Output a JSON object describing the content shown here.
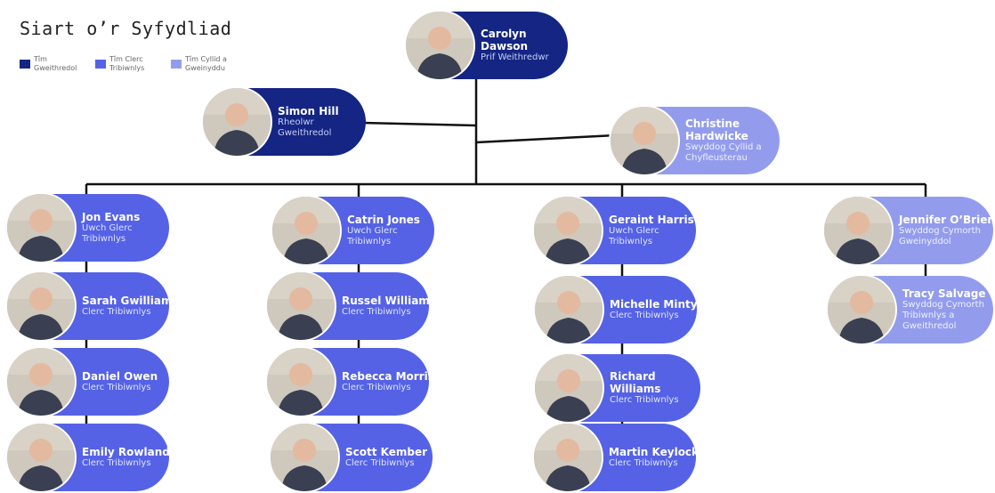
{
  "title": "Siart o’r Syfydliad",
  "legend": [
    {
      "label": "Tîm Gweithredol",
      "color": "#142583"
    },
    {
      "label": "Tîm Clerc Tribiwnlys",
      "color": "#5562e5"
    },
    {
      "label": "Tîm Cyllid a Gweinyddu",
      "color": "#939cec"
    }
  ],
  "people": {
    "carolyn": {
      "name": "Carolyn Dawson",
      "role": "Prif Weithredwr",
      "team": "exec"
    },
    "simon": {
      "name": "Simon Hill",
      "role": "Rheolwr Gweithredol",
      "team": "exec"
    },
    "christine": {
      "name": "Christine Hardwicke",
      "role": "Swyddog Cyllid a Chyfleusterau",
      "team": "finance"
    },
    "jon": {
      "name": "Jon Evans",
      "role": "Uwch Glerc Tribiwnlys",
      "team": "clerk"
    },
    "sarah": {
      "name": "Sarah Gwilliam",
      "role": "Clerc Tribiwnlys",
      "team": "clerk"
    },
    "daniel": {
      "name": "Daniel Owen",
      "role": "Clerc Tribiwnlys",
      "team": "clerk"
    },
    "emily": {
      "name": "Emily Rowlands",
      "role": "Clerc Tribiwnlys",
      "team": "clerk"
    },
    "catrin": {
      "name": "Catrin Jones",
      "role": "Uwch Glerc Tribiwnlys",
      "team": "clerk"
    },
    "russel": {
      "name": "Russel Williams",
      "role": "Clerc Tribiwnlys",
      "team": "clerk"
    },
    "rebecca": {
      "name": "Rebecca Morris",
      "role": "Clerc Tribiwnlys",
      "team": "clerk"
    },
    "scott": {
      "name": "Scott Kember",
      "role": "Clerc Tribiwnlys",
      "team": "clerk"
    },
    "geraint": {
      "name": "Geraint Harris",
      "role": "Uwch Glerc Tribiwnlys",
      "team": "clerk"
    },
    "michelle": {
      "name": "Michelle Minty",
      "role": "Clerc Tribiwnlys",
      "team": "clerk"
    },
    "richard": {
      "name": "Richard Williams",
      "role": "Clerc Tribiwnlys",
      "team": "clerk"
    },
    "martin": {
      "name": "Martin Keylock",
      "role": "Clerc Tribiwnlys",
      "team": "clerk"
    },
    "jennifer": {
      "name": "Jennifer O’Brien",
      "role": "Swyddog Cymorth Gweinyddol",
      "team": "finance"
    },
    "tracy": {
      "name": "Tracy Salvage",
      "role": "Swyddog Cymorth Tribiwnlys a Gweithredol",
      "team": "finance"
    }
  }
}
